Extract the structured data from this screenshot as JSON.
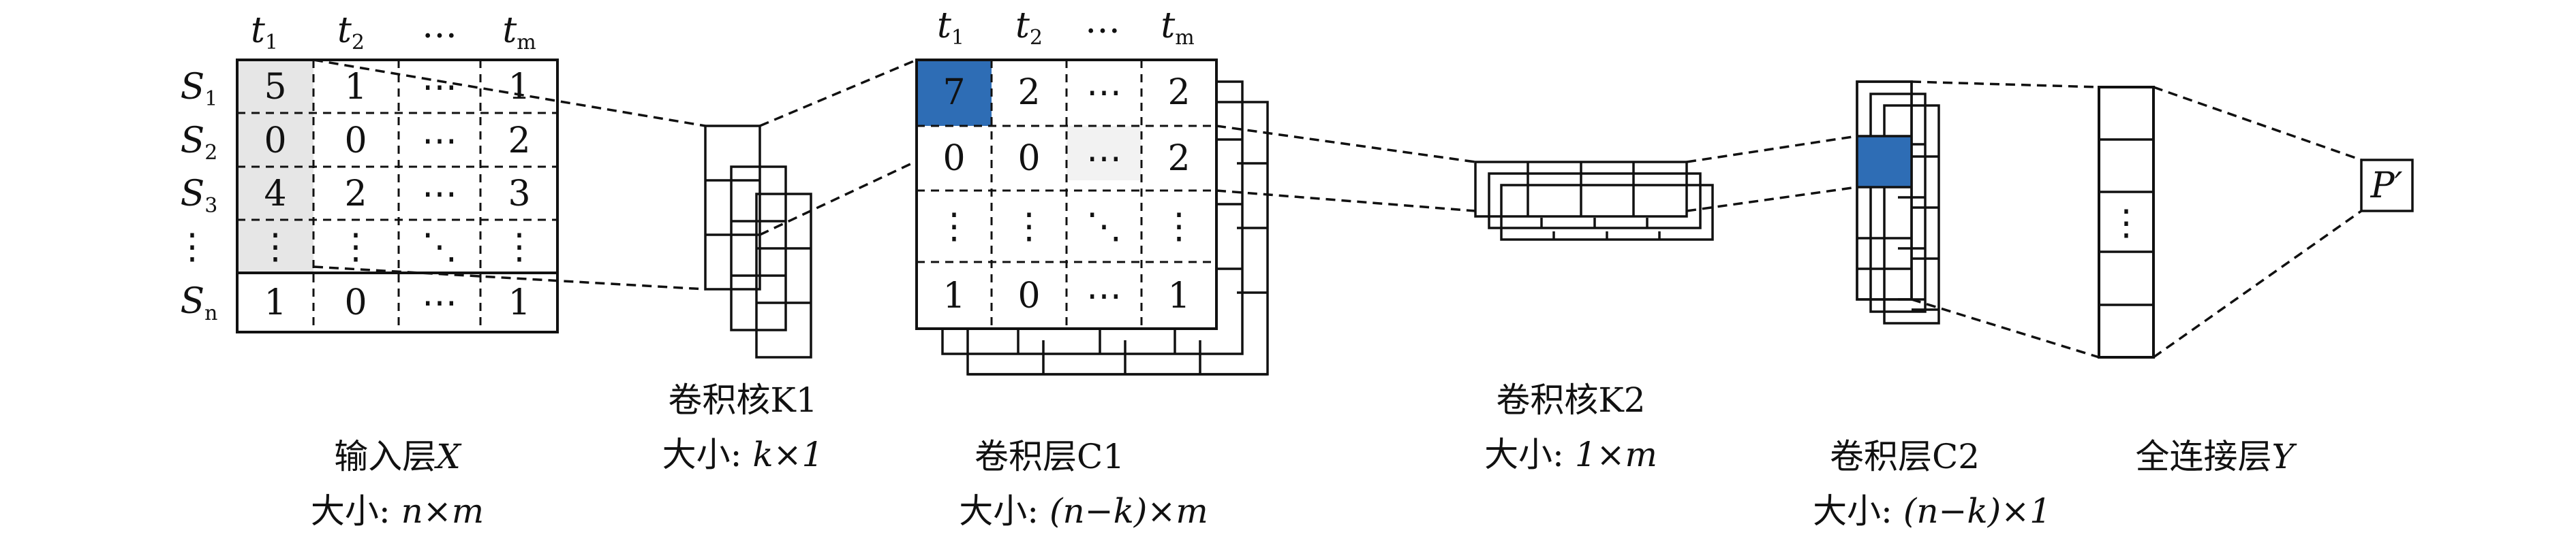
{
  "input": {
    "col_headers": [
      {
        "base": "t",
        "sub": "1"
      },
      {
        "base": "t",
        "sub": "2"
      },
      {
        "base": "…",
        "sub": ""
      },
      {
        "base": "t",
        "sub": "m"
      }
    ],
    "row_headers": [
      {
        "base": "S",
        "sub": "1"
      },
      {
        "base": "S",
        "sub": "2"
      },
      {
        "base": "S",
        "sub": "3"
      },
      {
        "base": "⋮",
        "sub": ""
      },
      {
        "base": "S",
        "sub": "n"
      }
    ],
    "cells": [
      [
        "5",
        "1",
        "⋯",
        "1"
      ],
      [
        "0",
        "0",
        "⋯",
        "2"
      ],
      [
        "4",
        "2",
        "⋯",
        "3"
      ],
      [
        "⋮",
        "⋮",
        "⋱",
        "⋮"
      ],
      [
        "1",
        "0",
        "⋯",
        "1"
      ]
    ],
    "name": "输入层",
    "name_var": "X",
    "size_prefix": "大小: ",
    "size_expr": "n×m"
  },
  "kernel1": {
    "name": "卷积核K1",
    "size_prefix": "大小: ",
    "size_expr": "k×1"
  },
  "conv1": {
    "col_headers": [
      {
        "base": "t",
        "sub": "1"
      },
      {
        "base": "t",
        "sub": "2"
      },
      {
        "base": "…",
        "sub": ""
      },
      {
        "base": "t",
        "sub": "m"
      }
    ],
    "cells": [
      [
        "7",
        "2",
        "⋯",
        "2"
      ],
      [
        "0",
        "0",
        "⋯",
        "2"
      ],
      [
        "⋮",
        "⋮",
        "⋱",
        "⋮"
      ],
      [
        "1",
        "0",
        "⋯",
        "1"
      ]
    ],
    "name": "卷积层C1",
    "size_prefix": "大小: ",
    "size_expr": "(n−k)×m"
  },
  "kernel2": {
    "name": "卷积核K2",
    "size_prefix": "大小: ",
    "size_expr": "1×m"
  },
  "conv2": {
    "name": "卷积层C2",
    "size_prefix": "大小: ",
    "size_expr": "(n−k)×1"
  },
  "fc": {
    "mid_symbol": "⋮",
    "name": "全连接层",
    "name_var": "Y"
  },
  "output": {
    "label": "P′"
  },
  "colors": {
    "highlight_gray": "#e6e6e6",
    "highlight_blue": "#2e6db5",
    "line": "#111111"
  }
}
